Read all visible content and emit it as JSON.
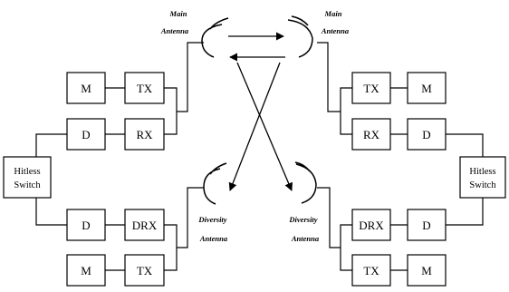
{
  "antennas": {
    "main_left": [
      "Main",
      "Antenna"
    ],
    "main_right": [
      "Main",
      "Antenna"
    ],
    "diversity_left": [
      "Diversity",
      "Antenna"
    ],
    "diversity_right": [
      "Diversity",
      "Antenna"
    ]
  },
  "left": {
    "switch": [
      "Hitless",
      "Switch"
    ],
    "m_top": "M",
    "tx_top": "TX",
    "d_top": "D",
    "rx": "RX",
    "d_bottom": "D",
    "drx": "DRX",
    "m_bottom": "M",
    "tx_bottom": "TX"
  },
  "right": {
    "switch": [
      "Hitless",
      "Switch"
    ],
    "tx_top": "TX",
    "m_top": "M",
    "rx": "RX",
    "d_top": "D",
    "drx": "DRX",
    "d_bottom": "D",
    "tx_bottom": "TX",
    "m_bottom": "M"
  }
}
